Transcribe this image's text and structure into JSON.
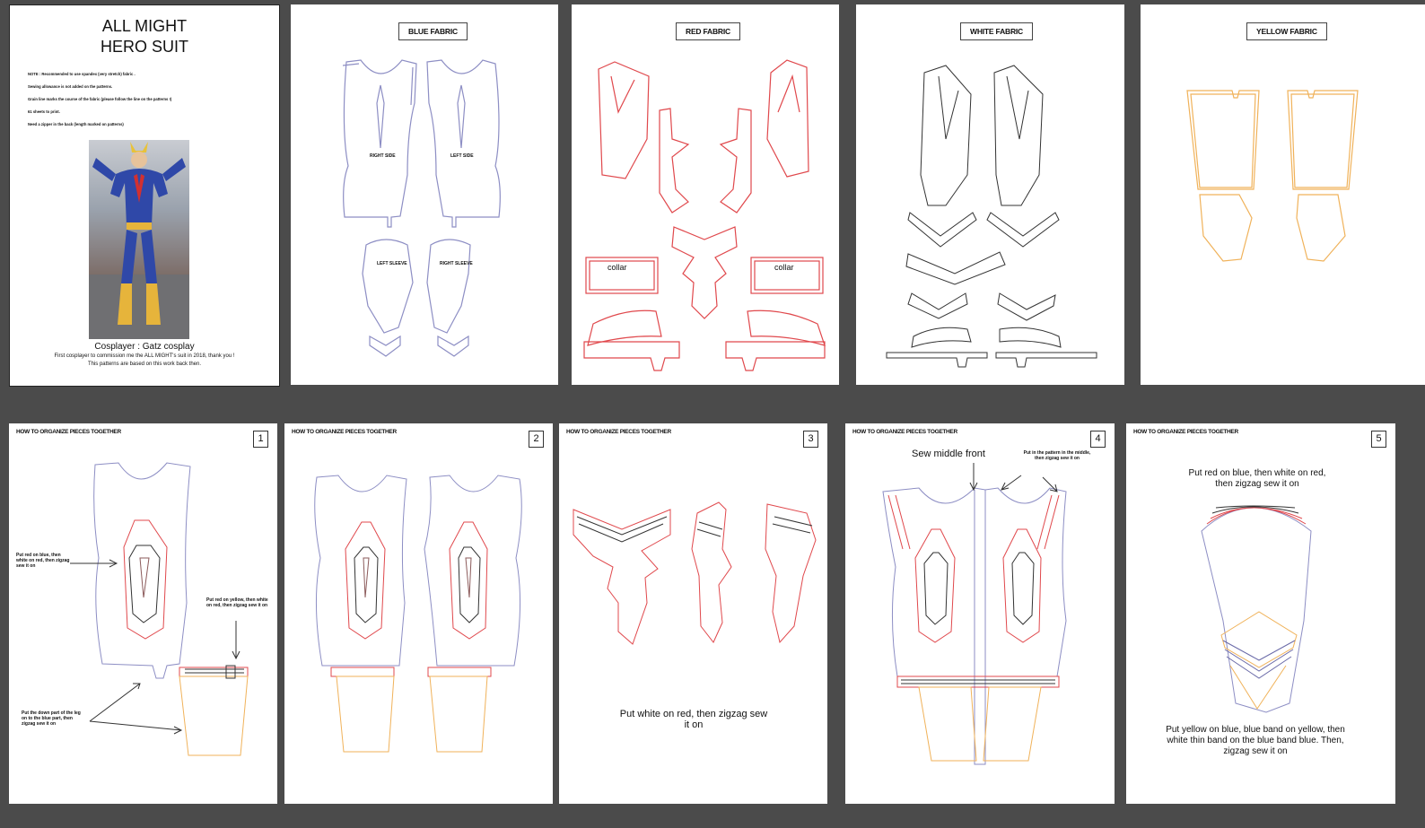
{
  "cover": {
    "title_line1": "ALL MIGHT",
    "title_line2": "HERO SUIT",
    "notes": [
      "NOTE : Recommended to use spandex (very stretch) fabric .",
      "Sewing allowance is not added on the patterns.",
      "Grain line marks the course of the fabric (please follow the line on the patterns !)",
      "61 sheets to print.",
      "Need a zipper in the back (length marked on patterns)"
    ],
    "photo_alt": "All Might cosplay photo",
    "cosplayer_credit": "Cosplayer : Gatz cosplay",
    "thanks_line1": "First cosplayer to commission me the ALL MIGHT's suit in 2018, thank you !",
    "thanks_line2": "This patterns are based on this work back then."
  },
  "fabric_pages": [
    {
      "label": "BLUE FABRIC",
      "color": "#8d8ec4"
    },
    {
      "label": "RED FABRIC",
      "color": "#e0484c"
    },
    {
      "label": "WHITE FABRIC",
      "color": "#333333"
    },
    {
      "label": "YELLOW FABRIC",
      "color": "#f0b25a"
    }
  ],
  "blue_page": {
    "labels": [
      "RIGHT SIDE",
      "LEFT SIDE",
      "LEFT SLEEVE",
      "RIGHT SLEEVE"
    ]
  },
  "red_page": {
    "collar_left": "collar",
    "collar_right": "collar"
  },
  "steps": [
    {
      "header": "HOW TO ORGANIZE PIECES TOGETHER",
      "number": "1",
      "note_a": "Put red on blue, then white on red, then zigzag sew it on",
      "note_b": "Put red on yellow, then white on red, then zigzag sew it on",
      "note_c": "Put the down part of the leg on to the blue part, then zigzag sew it on"
    },
    {
      "header": "HOW TO ORGANIZE PIECES TOGETHER",
      "number": "2"
    },
    {
      "header": "HOW TO ORGANIZE PIECES TOGETHER",
      "number": "3",
      "note": "Put white on red, then zigzag sew it on"
    },
    {
      "header": "HOW TO ORGANIZE PIECES TOGETHER",
      "number": "4",
      "note_a": "Sew middle front",
      "note_b": "Put in the pattern in the middle, then zigzag sew it on"
    },
    {
      "header": "HOW TO ORGANIZE PIECES TOGETHER",
      "number": "5",
      "note_a": "Put red on blue, then white on red, then zigzag sew it on",
      "note_b": "Put yellow on blue, blue band on yellow, then white thin band on the blue band blue. Then, zigzag sew it on"
    }
  ]
}
